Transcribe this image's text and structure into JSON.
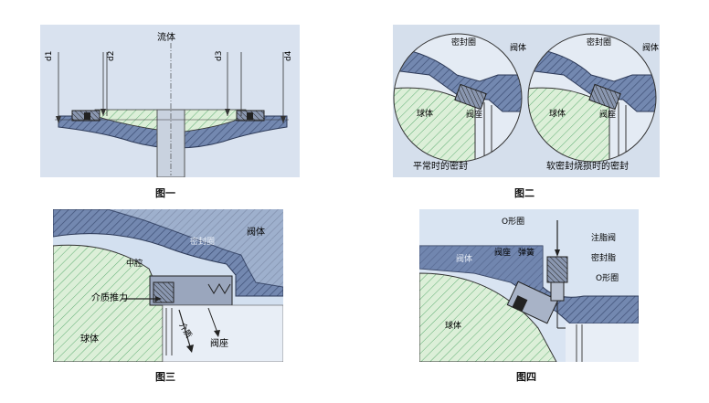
{
  "figure1": {
    "caption": "图一",
    "flow_label": "流体",
    "dims": [
      "d1",
      "d2",
      "d3",
      "d4"
    ]
  },
  "figure2": {
    "caption": "图二",
    "left": {
      "seal_ring": "密封圈",
      "body": "阀体",
      "ball": "球体",
      "seat": "阀座",
      "subtitle": "平常时的密封"
    },
    "right": {
      "seal_ring": "密封圈",
      "body": "阀体",
      "ball": "球体",
      "seat": "阀座",
      "subtitle": "软密封烧损时的密封"
    }
  },
  "figure3": {
    "caption": "图三",
    "seal_ring": "密封圈",
    "body": "阀体",
    "cavity": "中腔",
    "medium_thrust": "介质推力",
    "medium": "介质",
    "ball": "球体",
    "seat": "阀座"
  },
  "figure4": {
    "caption": "图四",
    "o_ring_top": "O形圈",
    "grease_valve": "注脂阀",
    "body": "阀体",
    "seat": "阀座",
    "spring": "弹簧",
    "sealant": "密封脂",
    "o_ring_side": "O形圈",
    "ball": "球体"
  },
  "colors": {
    "body_fill": "#6f84ad",
    "ball_fill": "#d9ecd6",
    "ball_hatch": "#5fae73",
    "seat_fill": "#4e5d7c",
    "background": "#d9e2ef"
  }
}
